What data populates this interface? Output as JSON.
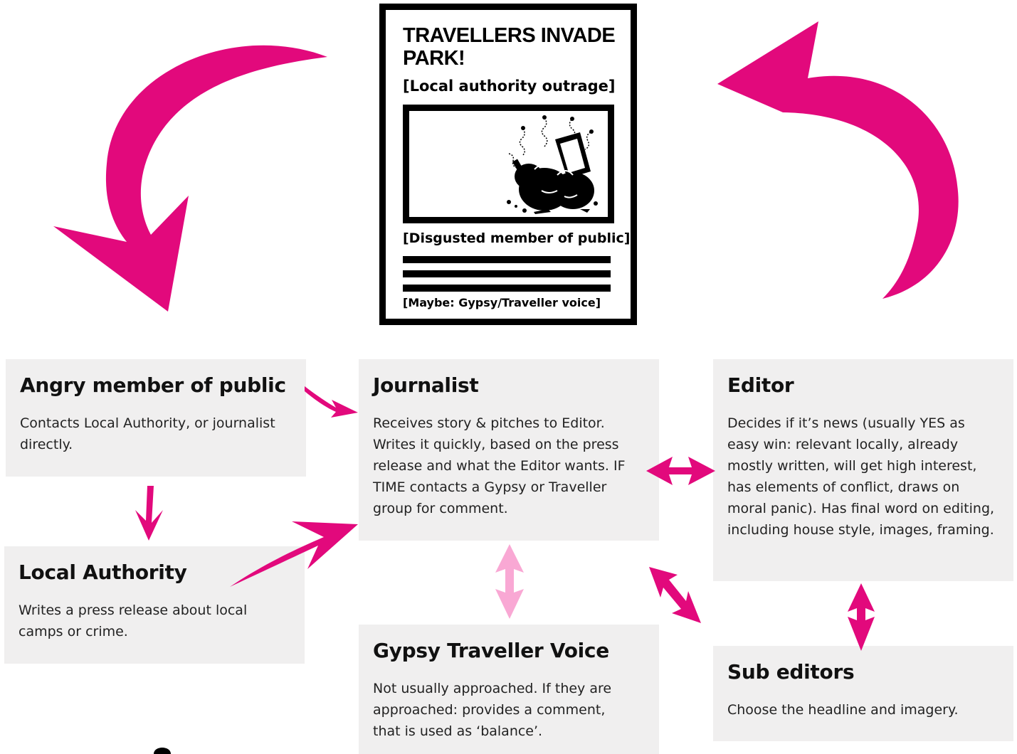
{
  "newspaper": {
    "headline": "TRAVELLERS INVADE PARK!",
    "source_1": "[Local authority outrage]",
    "source_2": "[Disgusted member of public]",
    "source_3": "[Maybe: Gypsy/Traveller voice]"
  },
  "boxes": {
    "angry_public": {
      "title": "Angry member of public",
      "text": "Contacts Local Authority, or journalist directly."
    },
    "local_authority": {
      "title": "Local Authority",
      "text": "Writes a press release about local camps or crime."
    },
    "journalist": {
      "title": "Journalist",
      "text": "Receives story & pitches to Editor. Writes it quickly, based on the press release and what the Editor wants. IF TIME contacts a Gypsy or Traveller group for comment."
    },
    "gypsy_voice": {
      "title": "Gypsy Traveller Voice",
      "text": "Not usually approached. If they are approached: provides a comment, that is used as ‘balance’."
    },
    "editor": {
      "title": "Editor",
      "text": "Decides if it’s news (usually YES as easy win: relevant locally, already mostly written, will get high interest, has elements of conflict, draws on moral panic). Has final word on editing, including house style, images, framing."
    },
    "sub_editors": {
      "title": "Sub editors",
      "text": "Choose the headline and imagery."
    }
  },
  "colors": {
    "arrow_primary": "#e2097c",
    "arrow_light": "#f9a8d4",
    "box_background": "#f0efef"
  },
  "icons": {
    "photo": "rubbish-bags-illustration"
  }
}
